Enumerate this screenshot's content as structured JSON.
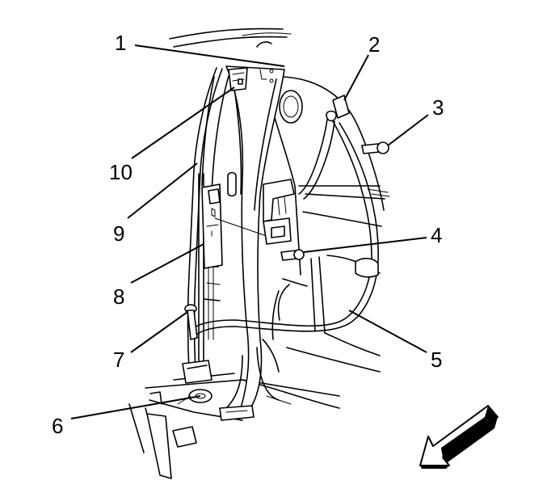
{
  "callouts": [
    {
      "id": "1",
      "text": "1"
    },
    {
      "id": "2",
      "text": "2"
    },
    {
      "id": "3",
      "text": "3"
    },
    {
      "id": "4",
      "text": "4"
    },
    {
      "id": "5",
      "text": "5"
    },
    {
      "id": "6",
      "text": "6"
    },
    {
      "id": "7",
      "text": "7"
    },
    {
      "id": "8",
      "text": "8"
    },
    {
      "id": "9",
      "text": "9"
    },
    {
      "id": "10",
      "text": "10"
    }
  ],
  "direction_arrow": {
    "icon": "front-direction-arrow-icon",
    "fill": "#000000"
  },
  "colors": {
    "line": "#000000",
    "background": "#ffffff"
  }
}
